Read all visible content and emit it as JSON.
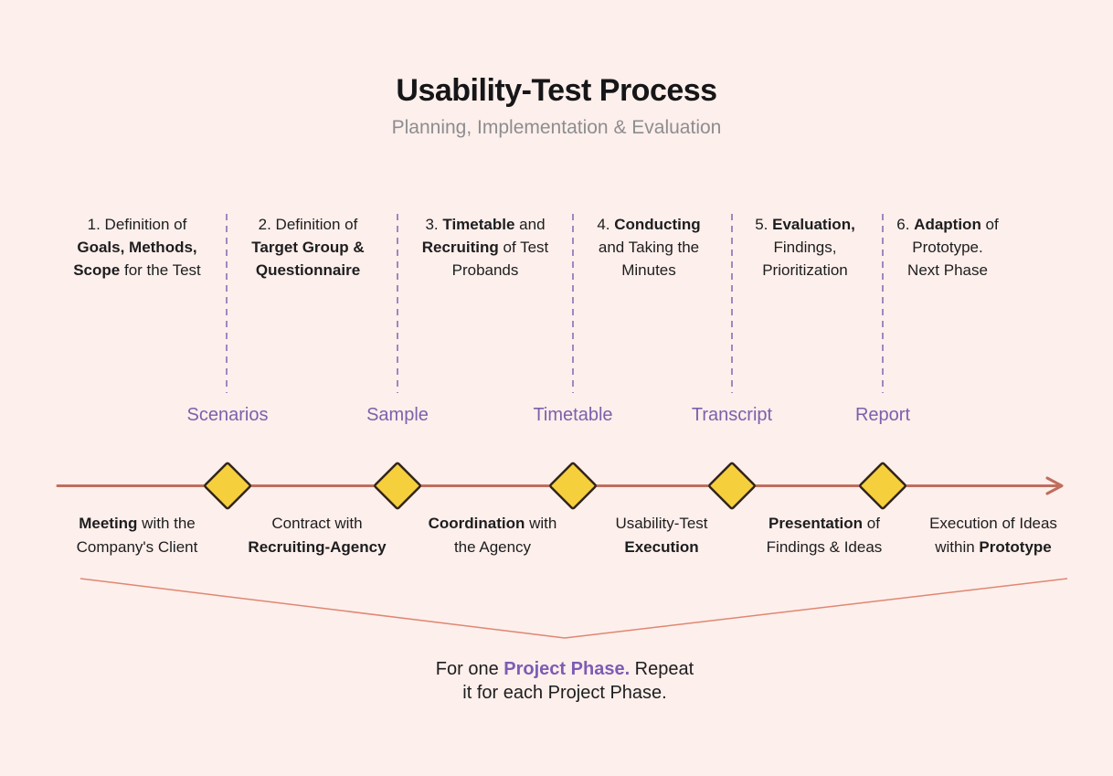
{
  "header": {
    "title": "Usability-Test Process",
    "subtitle": "Planning, Implementation & Evaluation"
  },
  "phases": [
    {
      "lines": [
        {
          "pre": "1. Definition of"
        },
        {
          "bold": "Goals, Methods,"
        },
        {
          "bold": "Scope",
          "post": " for the Test"
        }
      ]
    },
    {
      "lines": [
        {
          "pre": "2. Definition of"
        },
        {
          "bold": "Target Group &"
        },
        {
          "bold": "Questionnaire"
        }
      ]
    },
    {
      "lines": [
        {
          "pre": "3. ",
          "bold": "Timetable",
          "post": " and"
        },
        {
          "bold": "Recruiting",
          "post": " of Test"
        },
        {
          "pre": "Probands"
        }
      ]
    },
    {
      "lines": [
        {
          "pre": "4. ",
          "bold": "Conducting"
        },
        {
          "pre": "and Taking the"
        },
        {
          "pre": "Minutes"
        }
      ]
    },
    {
      "lines": [
        {
          "pre": "5. ",
          "bold": "Evaluation,"
        },
        {
          "pre": "Findings,"
        },
        {
          "pre": "Prioritization"
        }
      ]
    },
    {
      "lines": [
        {
          "pre": "6. ",
          "bold": "Adaption",
          "post": " of"
        },
        {
          "pre": "Prototype."
        },
        {
          "pre": "Next Phase"
        }
      ]
    }
  ],
  "milestones": [
    {
      "label": "Scenarios"
    },
    {
      "label": "Sample"
    },
    {
      "label": "Timetable"
    },
    {
      "label": "Transcript"
    },
    {
      "label": "Report"
    }
  ],
  "timeline_items": [
    {
      "lines": [
        {
          "bold": "Meeting",
          "post": " with the"
        },
        {
          "pre": "Company's Client"
        }
      ]
    },
    {
      "lines": [
        {
          "pre": "Contract with"
        },
        {
          "bold": "Recruiting-Agency"
        }
      ]
    },
    {
      "lines": [
        {
          "bold": "Coordination",
          "post": " with"
        },
        {
          "pre": "the Agency"
        }
      ]
    },
    {
      "lines": [
        {
          "pre": "Usability-Test"
        },
        {
          "bold": "Execution"
        }
      ]
    },
    {
      "lines": [
        {
          "bold": "Presentation",
          "post": " of"
        },
        {
          "pre": "Findings & Ideas"
        }
      ]
    },
    {
      "lines": [
        {
          "pre": "Execution of Ideas"
        },
        {
          "pre": "within ",
          "bold": "Prototype"
        }
      ]
    }
  ],
  "footer": {
    "line1": {
      "pre": "For one ",
      "bold": "Project Phase.",
      "post": " Repeat"
    },
    "line2": {
      "pre": "it for each Project Phase."
    }
  },
  "colors": {
    "background": "#fdefeb",
    "timeline_red": "#bf6e5e",
    "bracket_red": "#e08673",
    "dash_purple": "#8b6db6",
    "label_purple": "#7d60ab",
    "footer_purple": "#7d5cb5",
    "diamond_fill": "#f6cf3d",
    "diamond_outline": "#31251c",
    "text_dark": "#1d1d1f",
    "subtitle_gray": "#8d8d90"
  }
}
